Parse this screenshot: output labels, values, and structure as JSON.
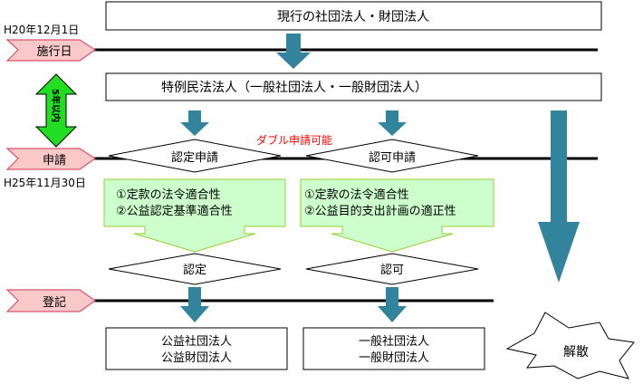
{
  "top_box": "現行の社団法人・財団法人",
  "special_box": "特例民法法人（一般社団法人・一般財団法人）",
  "left_labels": {
    "date_start": "H20年12月1日",
    "enforcement": "施行日",
    "within_years": "5年以内",
    "application": "申請",
    "date_end": "H25年11月30日",
    "registration": "登記"
  },
  "double_application": "ダブル申請可能",
  "left_branch": {
    "application_label": "認定申請",
    "criteria": [
      "①定款の法令適合性",
      "②公益認定基準適合性"
    ],
    "decision_label": "認定",
    "result_lines": [
      "公益社団法人",
      "公益財団法人"
    ]
  },
  "right_branch": {
    "application_label": "認可申請",
    "criteria": [
      "①定款の法令適合性",
      "②公益目的支出計画の適正性"
    ],
    "decision_label": "認可",
    "result_lines": [
      "一般社団法人",
      "一般財団法人"
    ]
  },
  "dissolution": "解散",
  "colors": {
    "arrow_teal": "#31849b",
    "green_fill": "#ccffcc",
    "green_border": "#99cc33",
    "pink": "#f9c8c8",
    "pink_stroke": "#d9536a",
    "red_text": "#ff0000",
    "bright_green": "#22dd22"
  }
}
